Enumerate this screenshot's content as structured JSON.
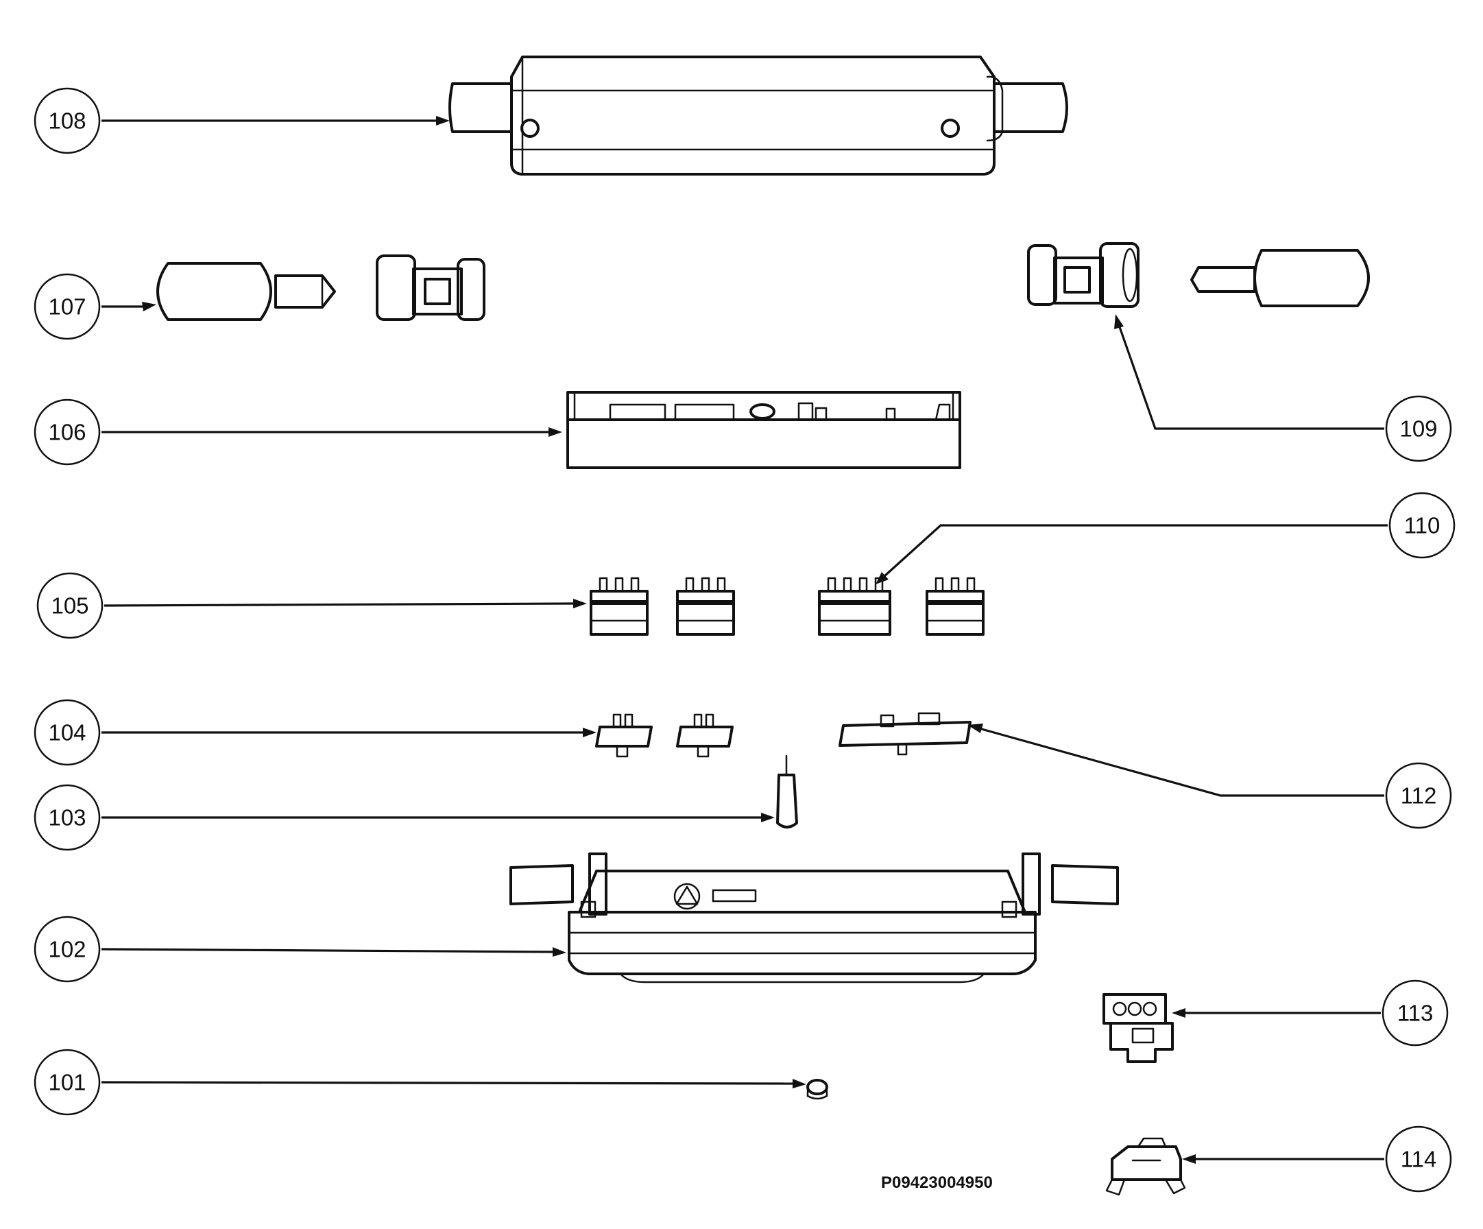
{
  "callouts": [
    "108",
    "107",
    "106",
    "105",
    "104",
    "103",
    "102",
    "101",
    "109",
    "110",
    "112",
    "113",
    "114"
  ],
  "drawing_code": "P09423004950",
  "colors": {
    "line": "#111111",
    "background": "#ffffff"
  }
}
